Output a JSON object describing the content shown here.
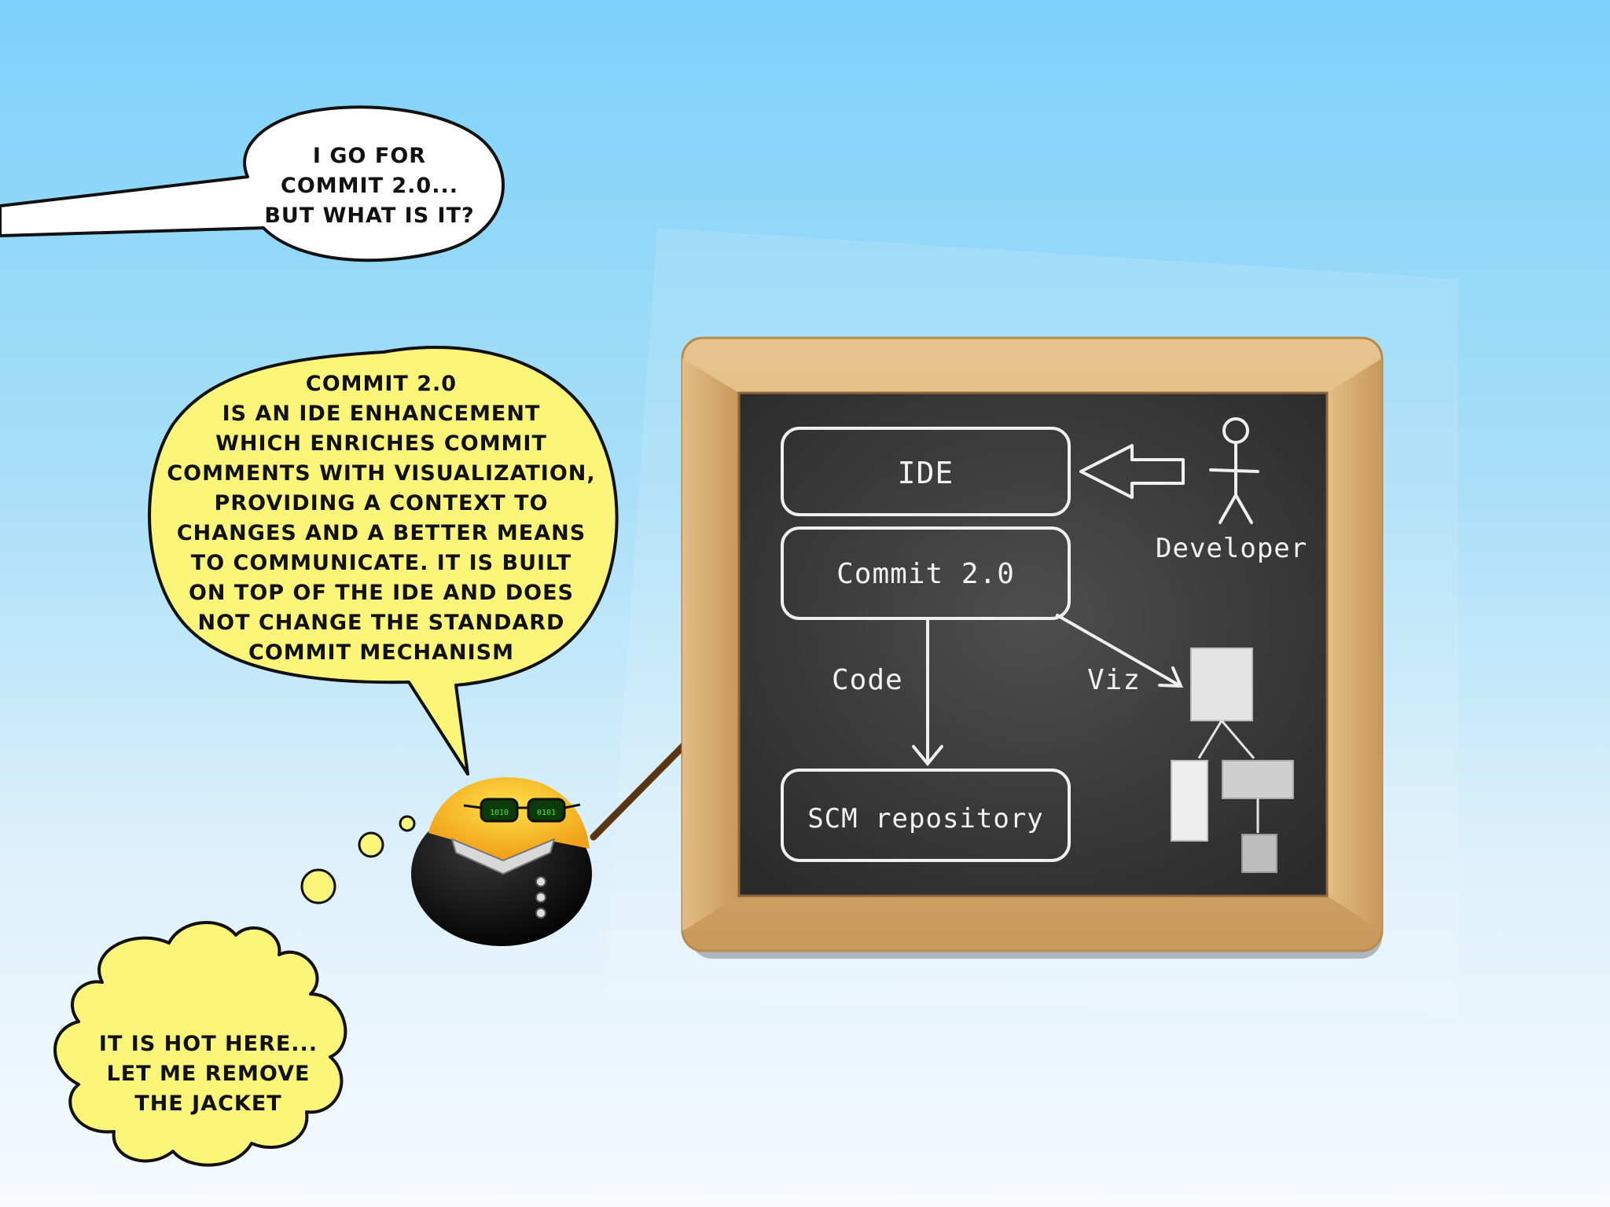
{
  "speech_top": {
    "lines": "I GO  FOR\nCOMMIT 2.0...\nBUT WHAT IS IT?"
  },
  "speech_main": {
    "lines": "COMMIT 2.0\nIS AN IDE ENHANCEMENT\nWHICH ENRICHES COMMIT\nCOMMENTS WITH VISUALIZATION,\nPROVIDING A CONTEXT TO\nCHANGES AND A BETTER MEANS\nTO COMMUNICATE. IT IS BUILT\nON TOP OF THE IDE AND DOES\nNOT CHANGE THE STANDARD\nCOMMIT MECHANISM"
  },
  "thought": {
    "lines": "IT IS HOT HERE...\nLET ME REMOVE\nTHE JACKET"
  },
  "diagram": {
    "ide_label": "IDE",
    "commit_label": "Commit 2.0",
    "scm_label": "SCM repository",
    "developer_label": "Developer",
    "code_label": "Code",
    "viz_label": "Viz"
  },
  "colors": {
    "sky_top": "#7dd1fa",
    "bubble_yellow": "#fbf57a",
    "chalkboard": "#3b3b3b",
    "frame_wood": "#d9b27a"
  },
  "icons": {
    "character": "emoji-presenter-icon",
    "pointer": "pointer-stick-icon",
    "developer": "stick-figure-icon",
    "viz": "tree-diagram-icon"
  }
}
